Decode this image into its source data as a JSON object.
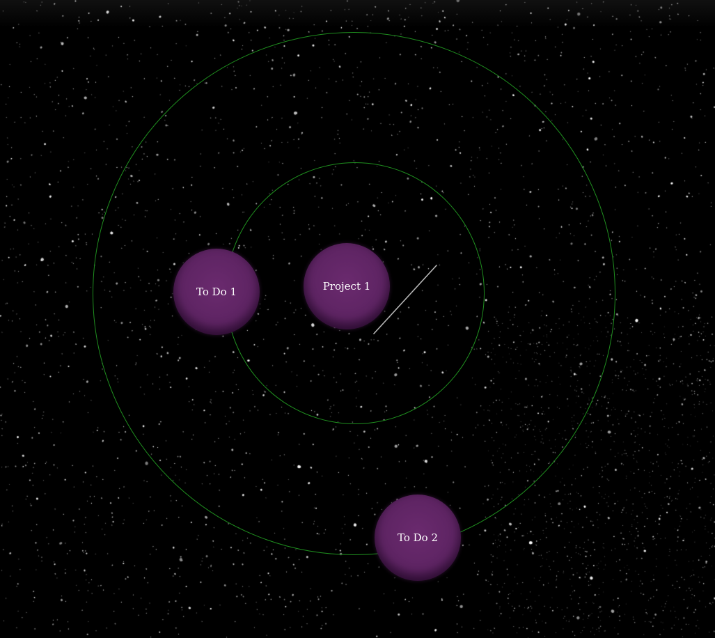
{
  "scene": {
    "background_color": "#000000",
    "orbit_color": "#1f8f1f",
    "planet_color": "#5e2463",
    "label_color": "#ffffff"
  },
  "planets": {
    "project": {
      "label": "Project 1"
    },
    "todo1": {
      "label": "To Do 1"
    },
    "todo2": {
      "label": "To Do 2"
    }
  }
}
